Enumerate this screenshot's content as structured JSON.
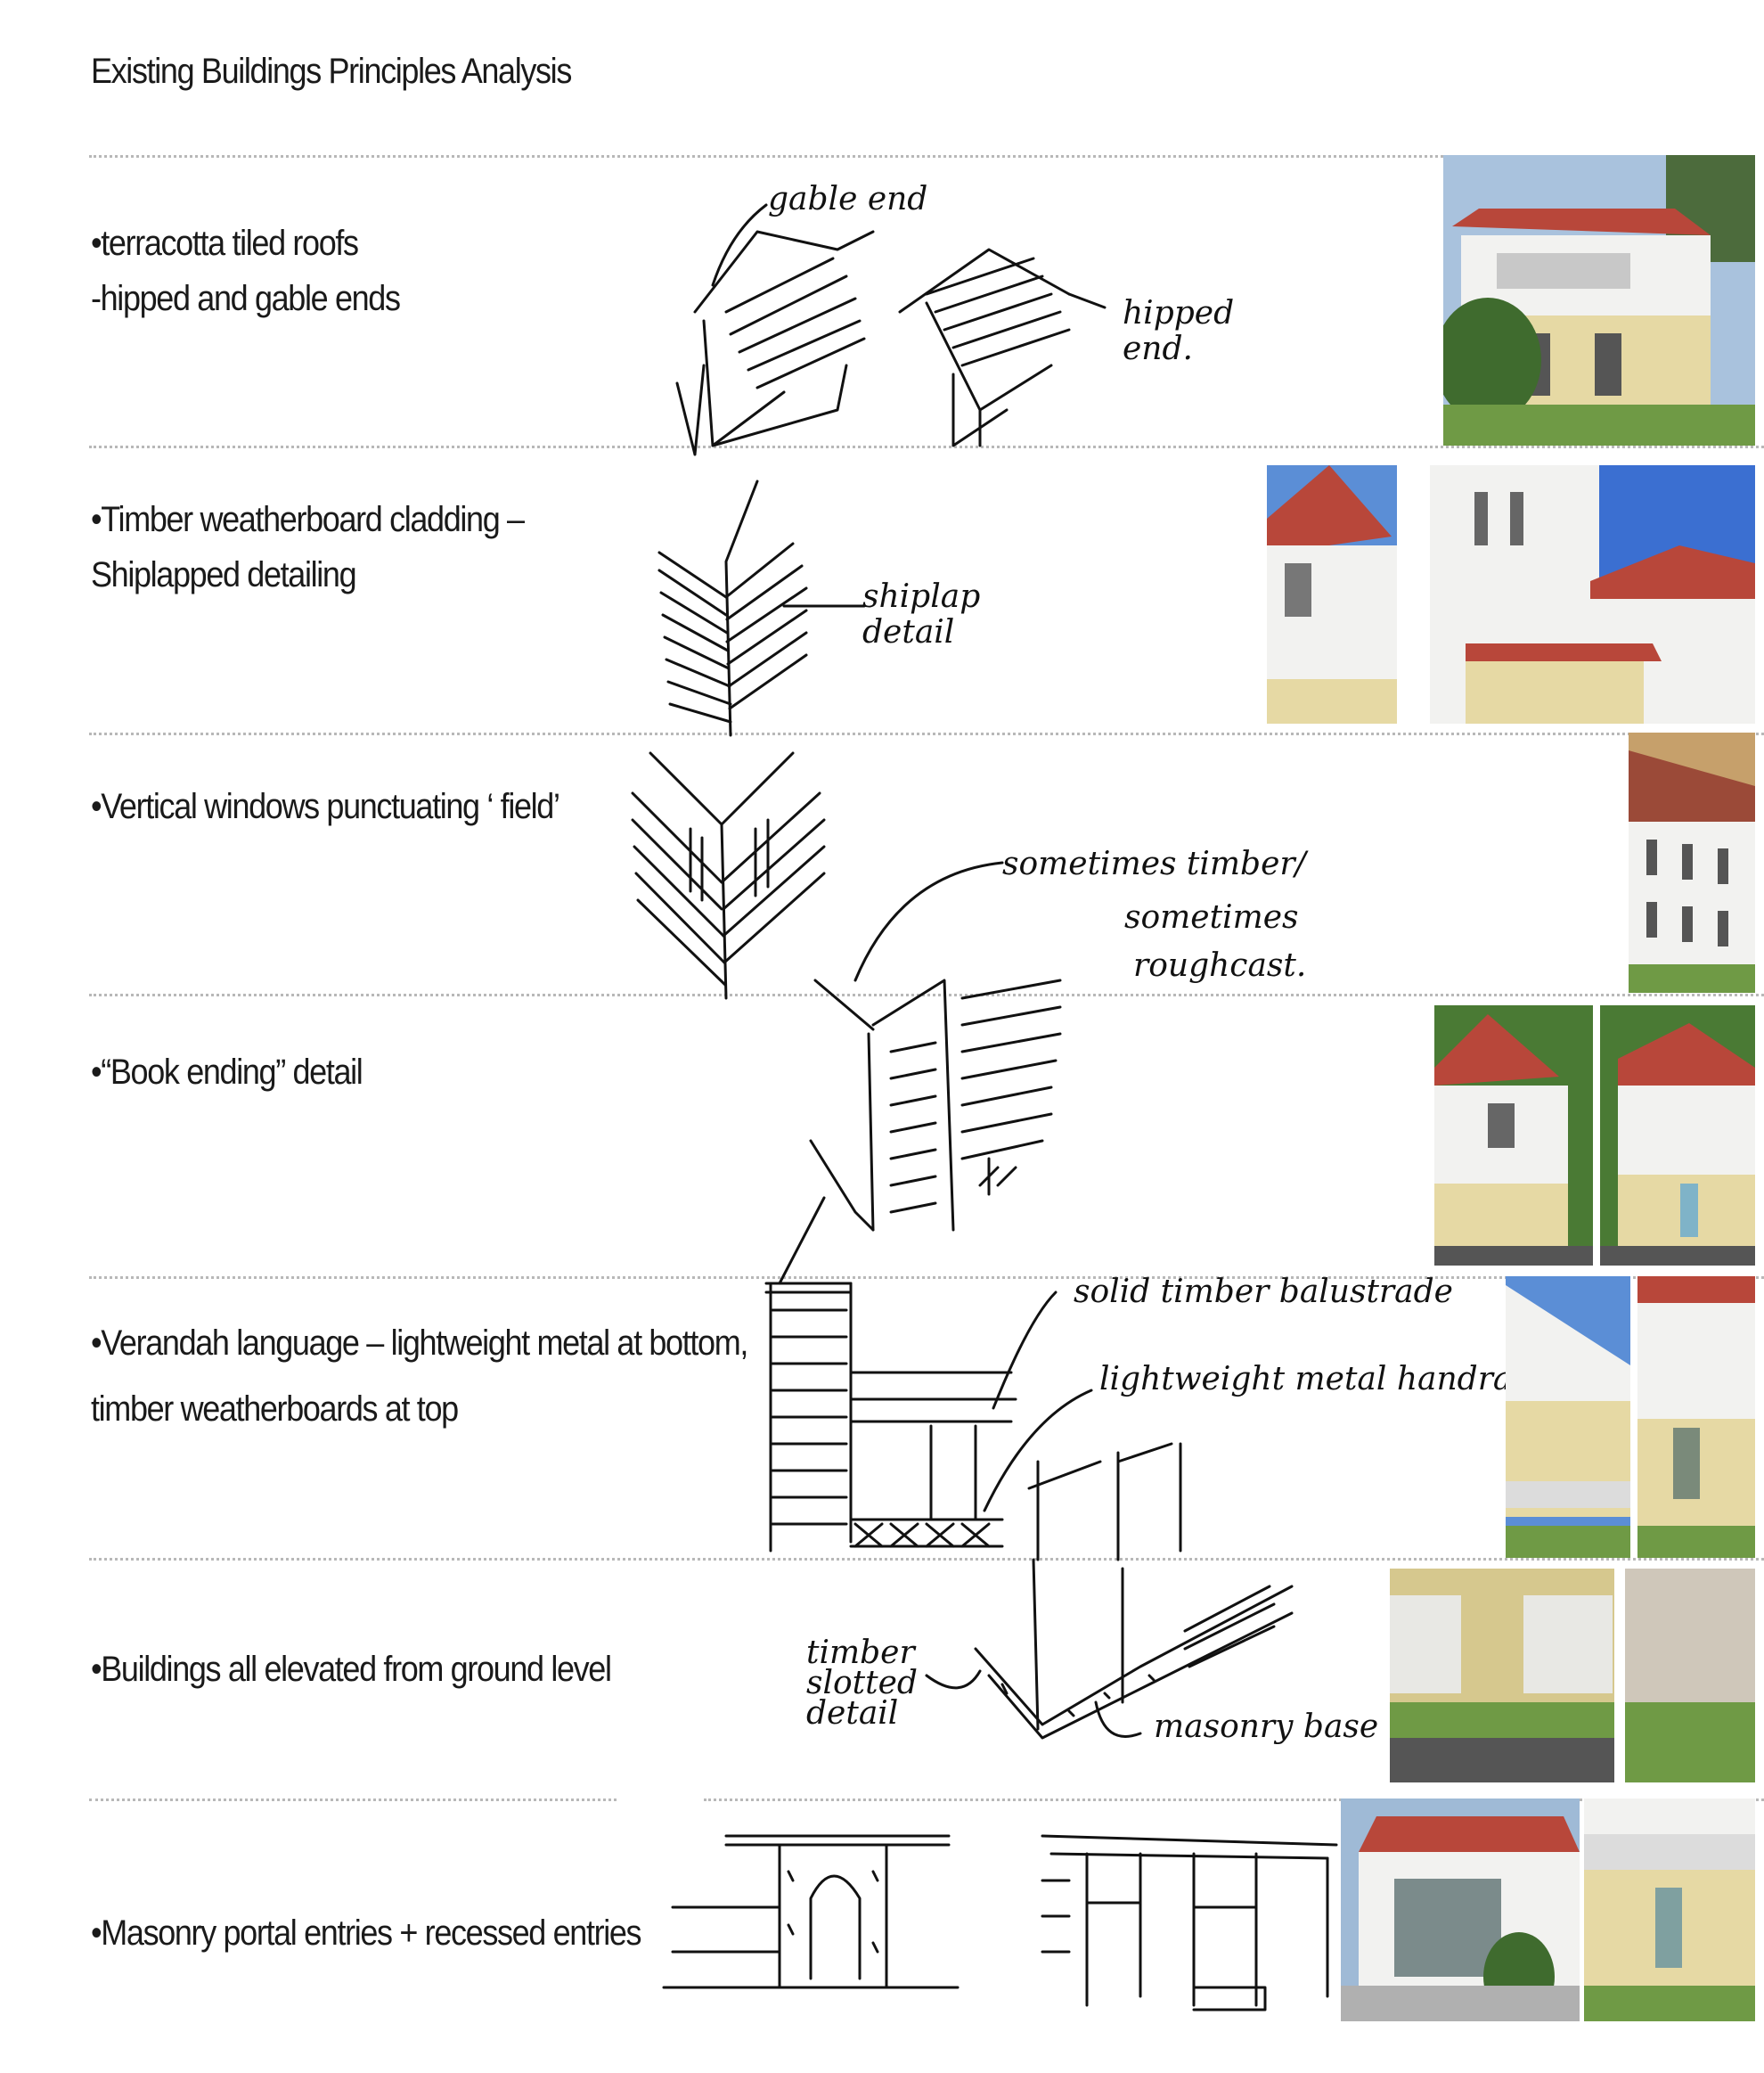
{
  "page": {
    "title": "Existing Buildings Principles Analysis"
  },
  "rows": [
    {
      "lines": [
        "•terracotta tiled roofs",
        "-hipped and gable ends"
      ],
      "notes": [
        "gable end",
        "hipped end."
      ]
    },
    {
      "lines": [
        "•Timber weatherboard cladding –",
        "Shiplapped detailing"
      ],
      "notes": [
        "shiplap detail"
      ]
    },
    {
      "lines": [
        "•Vertical windows punctuating ‘ field’"
      ],
      "notes": [
        "sometimes timber/",
        "sometimes",
        "roughcast."
      ]
    },
    {
      "lines": [
        "•“Book ending” detail"
      ],
      "notes": []
    },
    {
      "lines": [
        "•Verandah language – lightweight metal at bottom,",
        "timber weatherboards at top"
      ],
      "notes": [
        "solid timber balustrade",
        "lightweight metal handrail"
      ]
    },
    {
      "lines": [
        "•Buildings all elevated from ground level"
      ],
      "notes": [
        "timber",
        "slotted",
        "detail",
        "masonry base"
      ]
    },
    {
      "lines": [
        "•Masonry portal entries + recessed entries"
      ],
      "notes": []
    }
  ],
  "colors": {
    "roof": "#b8473a",
    "wall_white": "#f2f2f0",
    "wall_yellow": "#e6d9a4",
    "sky": "#5b8ed6",
    "grass": "#6f9a45",
    "tree": "#3f6b2e"
  }
}
